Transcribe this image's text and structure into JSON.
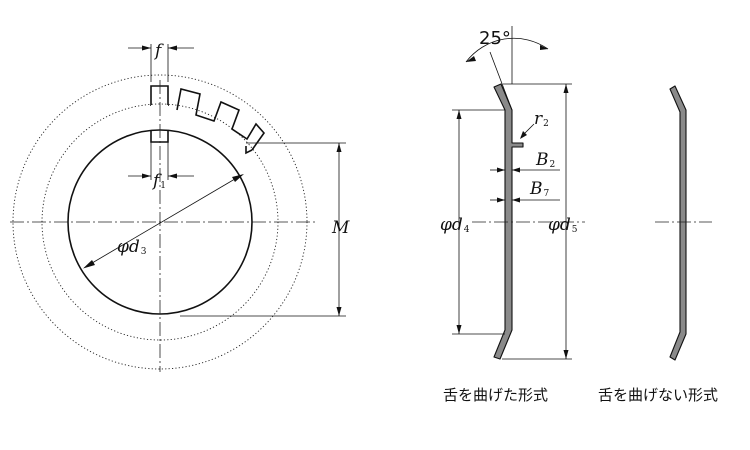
{
  "labels": {
    "f": "f",
    "f1_main": "f",
    "f1_sub": "1",
    "phi_d3_main": "φd",
    "phi_d3_sub": "3",
    "M": "M",
    "angle": "25°",
    "r2_main": "r",
    "r2_sub": "2",
    "B2_main": "B",
    "B2_sub": "2",
    "B7_main": "B",
    "B7_sub": "7",
    "phi_d4_main": "φd",
    "phi_d4_sub": "4",
    "phi_d5_main": "φd",
    "phi_d5_sub": "5"
  },
  "captions": {
    "bent": "舌を曲げた形式",
    "unbent": "舌を曲げない形式"
  }
}
